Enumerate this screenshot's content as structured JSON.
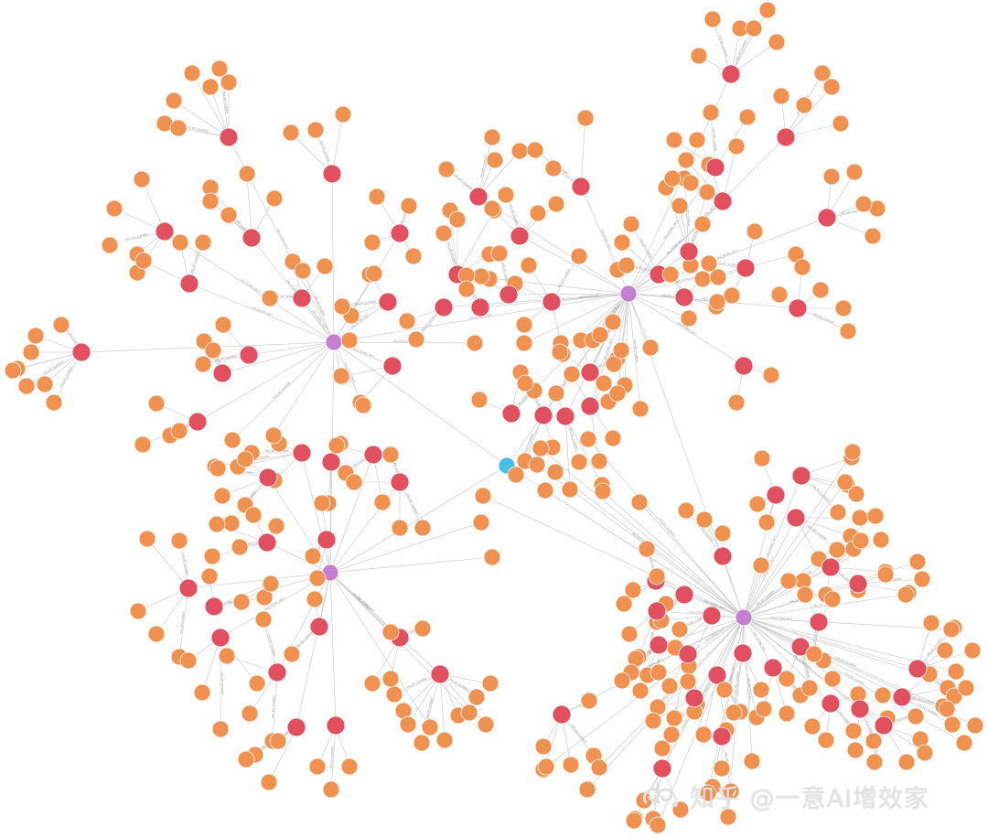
{
  "colors": {
    "background": "#ffffff",
    "edge": "#c4c4c4",
    "hub": "#c57fd0",
    "center": "#45bfe6",
    "entity": "#e24f5e",
    "element": "#f0914f",
    "watermark": "#e4e4e4"
  },
  "relation_labels": {
    "key_element": "HAS_KEY_ELEMENT",
    "atomic_fact": "HAS_ATOMIC_FACT"
  },
  "watermark": {
    "text": "知乎 @一意AI增效家",
    "icon": "zhihu-logo-icon"
  }
}
